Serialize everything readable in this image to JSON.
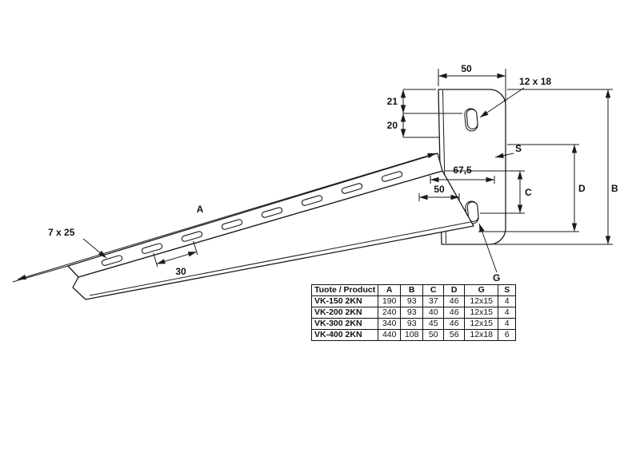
{
  "drawing": {
    "stroke_color": "#1a1a1a",
    "labels": {
      "plate_width": "50",
      "plate_slot": "12 x 18",
      "dim_21": "21",
      "dim_20": "20",
      "thickness": "S",
      "dim_67_5": "67,5",
      "slot_pitch": "50",
      "dim_c": "C",
      "dim_d": "D",
      "dim_b": "B",
      "arm_length": "A",
      "arm_slot": "7 x 25",
      "dim_30": "30",
      "dim_g": "G"
    }
  },
  "table": {
    "headers": [
      "Tuote / Product",
      "A",
      "B",
      "C",
      "D",
      "G",
      "S"
    ],
    "rows": [
      [
        "VK-150 2KN",
        "190",
        "93",
        "37",
        "46",
        "12x15",
        "4"
      ],
      [
        "VK-200 2KN",
        "240",
        "93",
        "40",
        "46",
        "12x15",
        "4"
      ],
      [
        "VK-300 2KN",
        "340",
        "93",
        "45",
        "46",
        "12x15",
        "4"
      ],
      [
        "VK-400 2KN",
        "440",
        "108",
        "50",
        "56",
        "12x18",
        "6"
      ]
    ]
  }
}
